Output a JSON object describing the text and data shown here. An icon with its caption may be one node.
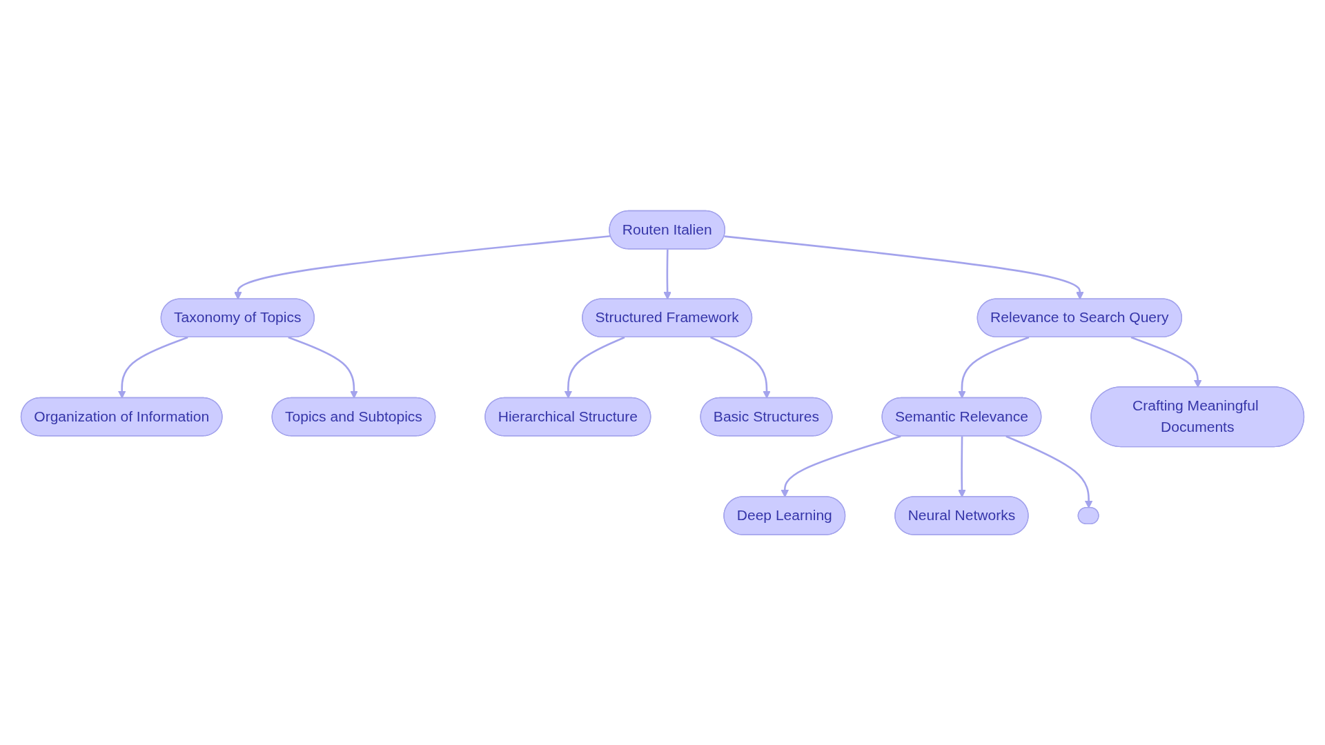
{
  "diagram": {
    "nodes": [
      {
        "text": [
          "Routen Italien"
        ]
      },
      {
        "text": [
          "Taxonomy of Topics"
        ]
      },
      {
        "text": [
          "Structured Framework"
        ]
      },
      {
        "text": [
          "Relevance to Search Query"
        ]
      },
      {
        "text": [
          "Organization of Information"
        ]
      },
      {
        "text": [
          "Topics and Subtopics"
        ]
      },
      {
        "text": [
          "Hierarchical Structure"
        ]
      },
      {
        "text": [
          "Basic Structures"
        ]
      },
      {
        "text": [
          "Semantic Relevance"
        ]
      },
      {
        "text": [
          "Crafting Meaningful Documents"
        ]
      },
      {
        "text": [
          "Deep Learning"
        ]
      },
      {
        "text": [
          "Neural Networks"
        ]
      },
      {
        "text": [],
        "shape": "box"
      }
    ],
    "edges": [
      {
        "from": 0,
        "to": 1,
        "arrow": "to"
      },
      {
        "from": 0,
        "to": 2,
        "arrow": "to"
      },
      {
        "from": 0,
        "to": 3,
        "arrow": "to"
      },
      {
        "from": 1,
        "to": 4,
        "arrow": "to"
      },
      {
        "from": 1,
        "to": 5,
        "arrow": "to"
      },
      {
        "from": 2,
        "to": 6,
        "arrow": "to"
      },
      {
        "from": 2,
        "to": 7,
        "arrow": "to"
      },
      {
        "from": 3,
        "to": 8,
        "arrow": "to"
      },
      {
        "from": 3,
        "to": 9,
        "arrow": "to"
      },
      {
        "from": 8,
        "to": 10,
        "arrow": "to"
      },
      {
        "from": 8,
        "to": 11,
        "arrow": "to"
      },
      {
        "from": 8,
        "to": 12,
        "arrow": "to"
      }
    ]
  }
}
